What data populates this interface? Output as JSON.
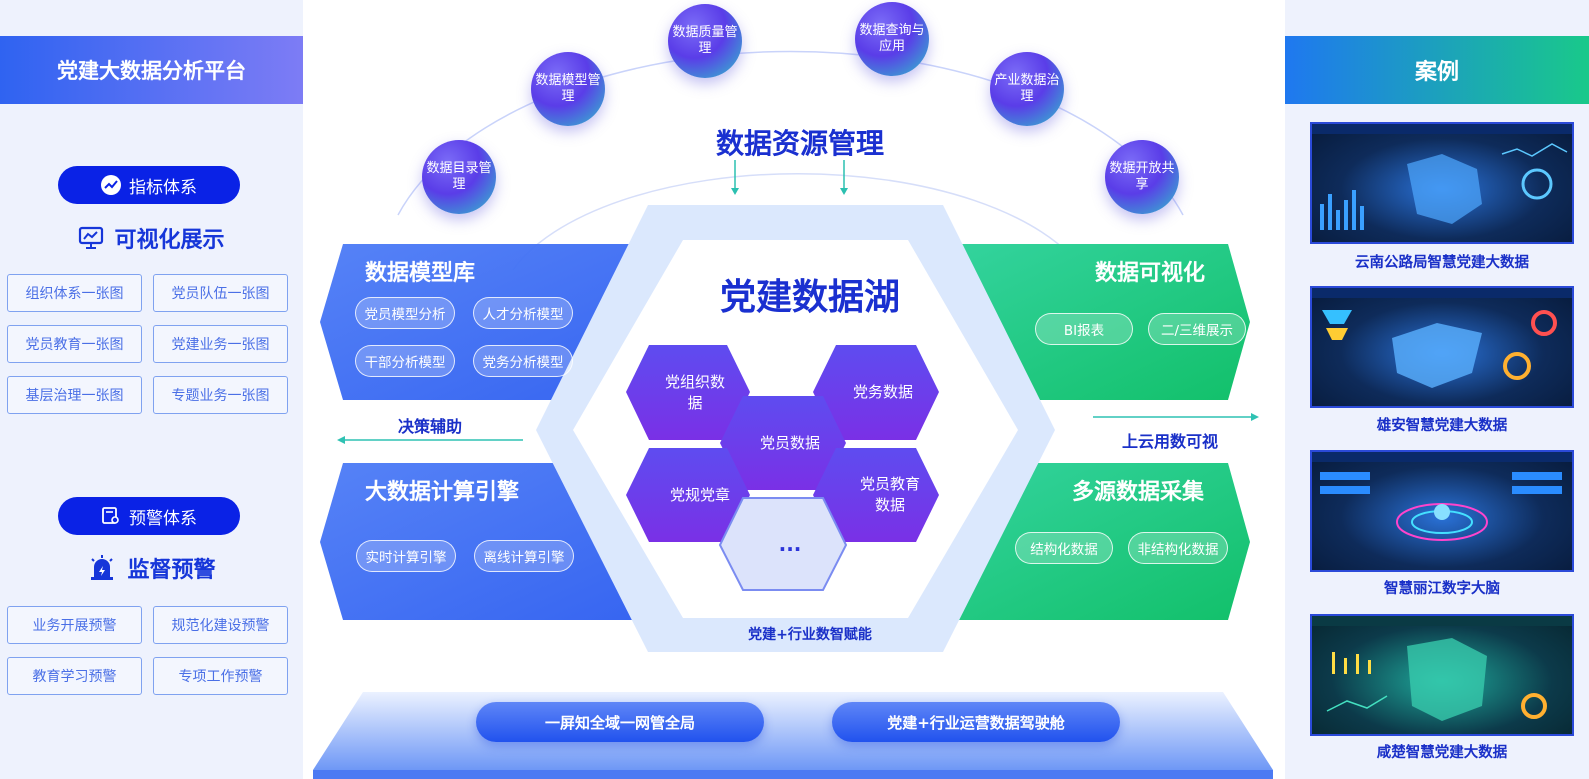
{
  "left": {
    "title": "党建大数据分析平台",
    "section1_pill": "指标体系",
    "section1_title": "可视化展示",
    "section1_tags": [
      "组织体系一张图",
      "党员队伍一张图",
      "党员教育一张图",
      "党建业务一张图",
      "基层治理一张图",
      "专题业务一张图"
    ],
    "section2_pill": "预警体系",
    "section2_title": "监督预警",
    "section2_tags": [
      "业务开展预警",
      "规范化建设预警",
      "教育学习预警",
      "专项工作预警"
    ]
  },
  "top": {
    "title": "数据资源管理",
    "circles": [
      "数据目录管理",
      "数据模型管理",
      "数据质量管理",
      "数据查询与应用",
      "产业数据治理",
      "数据开放共享"
    ]
  },
  "center": {
    "title": "党建数据湖",
    "hexes": [
      "党组织数据",
      "党务数据",
      "党员数据",
      "党规党章",
      "党员教育数据",
      "..."
    ],
    "caption": "党建+行业数智赋能"
  },
  "model_lib": {
    "title": "数据模型库",
    "chips": [
      "党员模型分析",
      "人才分析模型",
      "干部分析模型",
      "党务分析模型"
    ]
  },
  "compute": {
    "title": "大数据计算引擎",
    "chips": [
      "实时计算引擎",
      "离线计算引擎"
    ]
  },
  "visual": {
    "title": "数据可视化",
    "chips": [
      "BI报表",
      "二/三维展示"
    ]
  },
  "collect": {
    "title": "多源数据采集",
    "chips": [
      "结构化数据",
      "非结构化数据"
    ]
  },
  "arrows": {
    "left_label": "决策辅助",
    "right_label": "上云用数可视"
  },
  "bottom": {
    "buttons": [
      "一屏知全域一网管全局",
      "党建+行业运营数据驾驶舱"
    ]
  },
  "right": {
    "title": "案例",
    "cases": [
      "云南公路局智慧党建大数据",
      "雄安智慧党建大数据",
      "智慧丽江数字大脑",
      "咸楚智慧党建大数据"
    ]
  },
  "colors": {
    "primary_blue": "#0a22e6",
    "green": "#16c47a",
    "blue_panel": "#3b6bf3",
    "purple": "#6a2ee8"
  }
}
